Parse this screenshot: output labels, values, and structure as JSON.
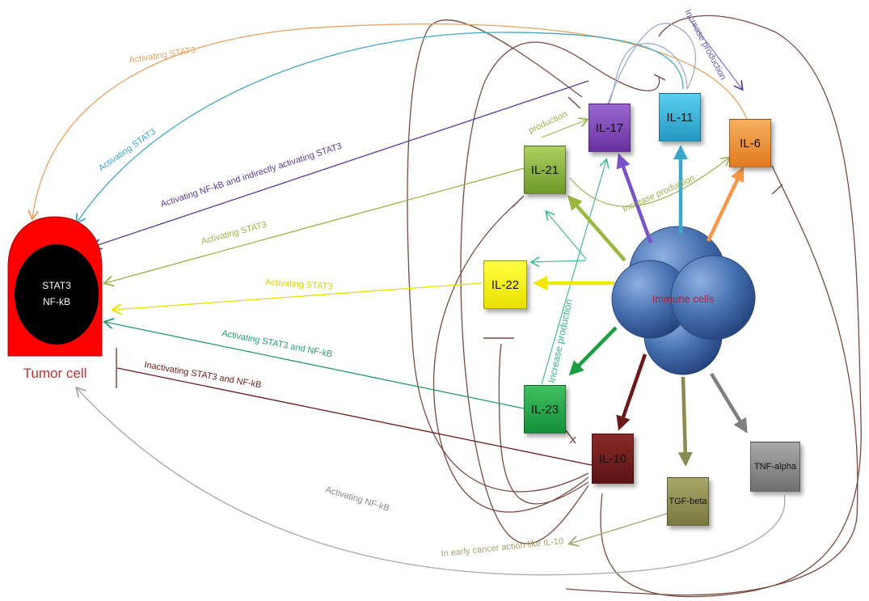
{
  "tumor": {
    "line1": "STAT3",
    "line2": "NF-kB",
    "caption": "Tumor cell"
  },
  "immune": {
    "label": "Immune cells"
  },
  "nodes": {
    "il17": "IL-17",
    "il11": "IL-11",
    "il6": "IL-6",
    "il21": "IL-21",
    "il22": "IL-22",
    "il23": "IL-23",
    "il10": "IL-10",
    "tgfb": "TGF-beta",
    "tnfa": "TNF-alpha"
  },
  "labels": {
    "il6_to_tumor": "Activating STAT3",
    "il11_to_tumor": "Activating STAT3",
    "il17_to_tumor": "Activating NF-kB and indirectly activating STAT3",
    "il21_to_tumor": "Activating STAT3",
    "il22_to_tumor": "Activating STAT3",
    "il23_to_tumor": "Activating STAT3 and NF-kB",
    "il10_to_tumor": "Inactivating STAT3 and NF-kB",
    "tnf_to_tumor": "Activating NF-kB",
    "il21_to_il17": "production",
    "il21_to_il6": "Increase production",
    "il23_to_il17": "Increase production",
    "il17_to_il6": "Increase production",
    "tgfb_note": "In early cancer action like IL-10"
  },
  "colors": {
    "tumor_red": "#ff0000",
    "il17": "#7030a0",
    "il11": "#31b5d8",
    "il6": "#f79646",
    "il21": "#8db33a",
    "il22": "#ffff00",
    "il23": "#1fb04a",
    "il10": "#6b1a1a",
    "tgfb": "#8c8a4e",
    "tnfa": "#8c8c8c",
    "immune": "#4a78b8"
  }
}
